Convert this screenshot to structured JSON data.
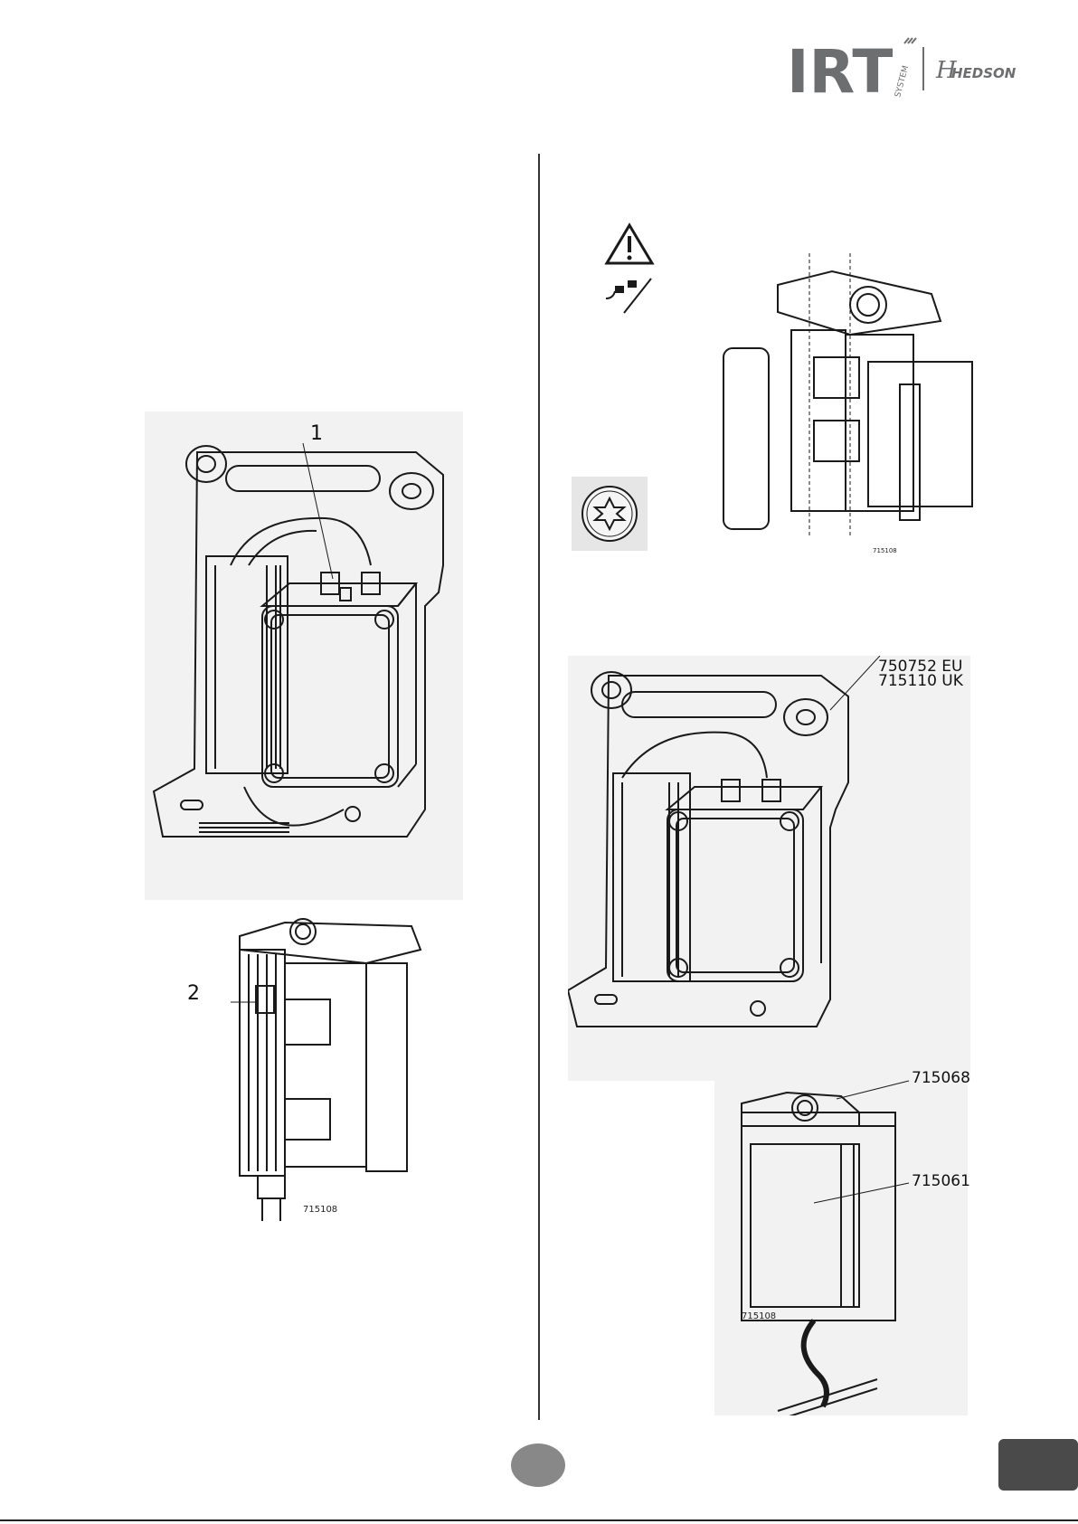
{
  "header": {
    "logo_mark": "IRT",
    "logo_system": "SYSTEM",
    "logo_brand": "HEDSON"
  },
  "left_column": {
    "figure1": {
      "callout": "1"
    },
    "figure2": {
      "callout": "2",
      "part_number": "715108"
    }
  },
  "right_column": {
    "warning_icon": "warning-triangle-icon",
    "unplug_icon": "unplug-icon",
    "torx_icon": "torx-screw-icon",
    "figure3": {
      "part_number": "715108"
    },
    "figure4": {
      "callout_eu": "750752 EU",
      "callout_uk": "715110 UK"
    },
    "figure5": {
      "callout_top": "715068",
      "callout_side": "715061",
      "part_number": "715108"
    }
  },
  "footer": {
    "page_number": "",
    "language_tab": ""
  },
  "colors": {
    "line": "#1a1a1a",
    "figure_bg": "#f2f2f2",
    "logo_gray": "#6d6e70",
    "tab": "#4a4a4a"
  }
}
